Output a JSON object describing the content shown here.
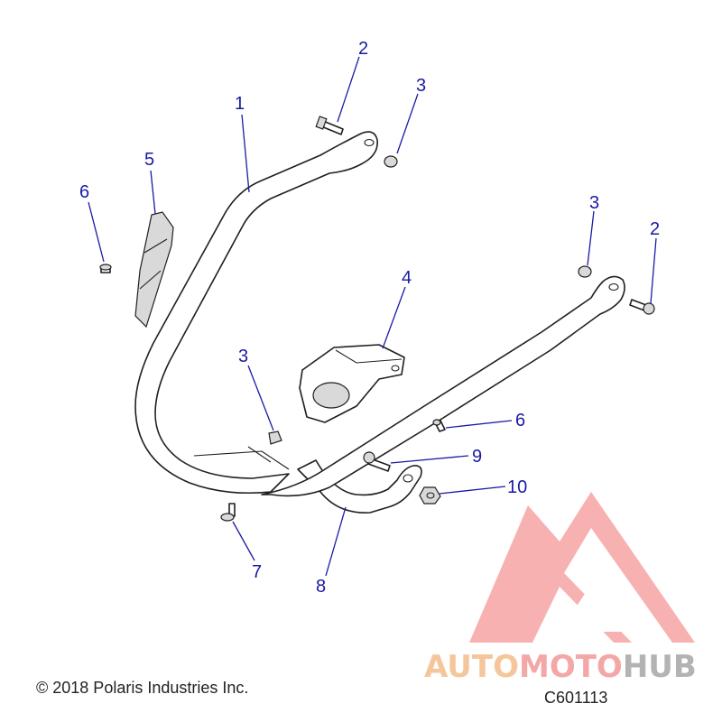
{
  "callouts": {
    "c1": "1",
    "c2a": "2",
    "c3a": "3",
    "c5": "5",
    "c6a": "6",
    "c3b": "3",
    "c2b": "2",
    "c4": "4",
    "c3c": "3",
    "c6b": "6",
    "c9": "9",
    "c10": "10",
    "c7": "7",
    "c8": "8"
  },
  "footer": {
    "copyright": "© 2018 Polaris Industries Inc.",
    "diagram_id": "C601113"
  },
  "watermark": {
    "word_auto": "AUTO",
    "word_moto": "MOTO",
    "word_hub": "HUB",
    "color_auto": "#f2b37a",
    "color_moto": "#f08a8a",
    "color_hub": "#9a9a9a",
    "logo_color": "#f06b6b"
  },
  "colors": {
    "callout": "#1a1aa6",
    "line": "#1f1f1f"
  }
}
